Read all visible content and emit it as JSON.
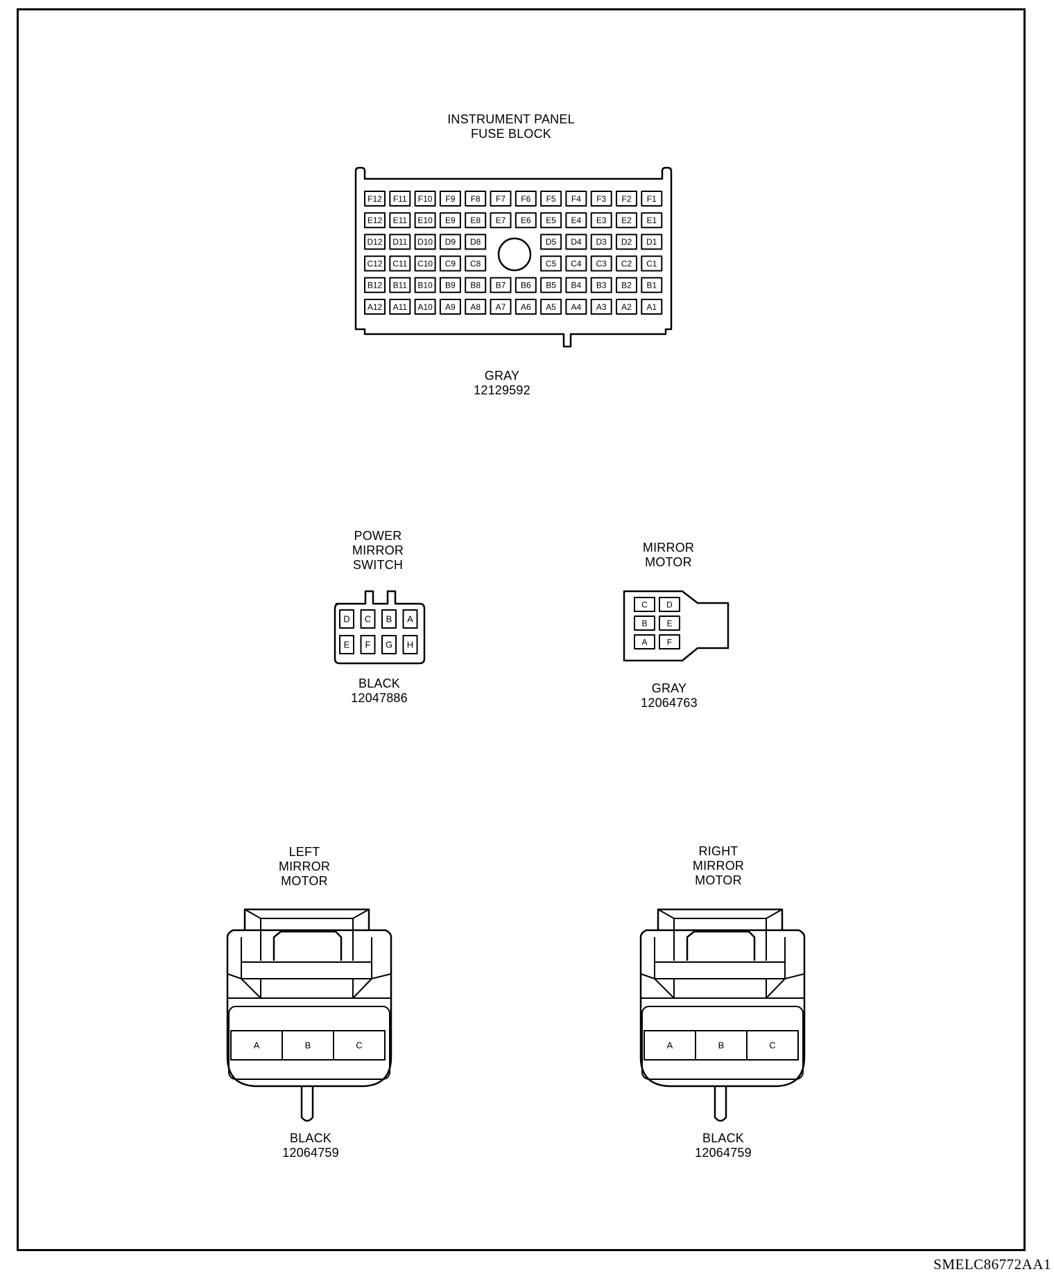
{
  "figure_id": "SMELC86772AA1",
  "connectors": {
    "fuse_block": {
      "title_lines": [
        "INSTRUMENT PANEL",
        "FUSE BLOCK"
      ],
      "color": "GRAY",
      "part_number": "12129592",
      "rows": [
        [
          "F12",
          "F11",
          "F10",
          "F9",
          "F8",
          "F7",
          "F6",
          "F5",
          "F4",
          "F3",
          "F2",
          "F1"
        ],
        [
          "E12",
          "E11",
          "E10",
          "E9",
          "E8",
          "E7",
          "E6",
          "E5",
          "E4",
          "E3",
          "E2",
          "E1"
        ],
        [
          "D12",
          "D11",
          "D10",
          "D9",
          "D8",
          "",
          "",
          "D5",
          "D4",
          "D3",
          "D2",
          "D1"
        ],
        [
          "C12",
          "C11",
          "C10",
          "C9",
          "C8",
          "",
          "",
          "C5",
          "C4",
          "C3",
          "C2",
          "C1"
        ],
        [
          "B12",
          "B11",
          "B10",
          "B9",
          "B8",
          "B7",
          "B6",
          "B5",
          "B4",
          "B3",
          "B2",
          "B1"
        ],
        [
          "A12",
          "A11",
          "A10",
          "A9",
          "A8",
          "A7",
          "A6",
          "A5",
          "A4",
          "A3",
          "A2",
          "A1"
        ]
      ]
    },
    "power_mirror_switch": {
      "title_lines": [
        "POWER",
        "MIRROR",
        "SWITCH"
      ],
      "color": "BLACK",
      "part_number": "12047886",
      "rows": [
        [
          "D",
          "C",
          "B",
          "A"
        ],
        [
          "E",
          "F",
          "G",
          "H"
        ]
      ]
    },
    "mirror_motor": {
      "title_lines": [
        "MIRROR",
        "MOTOR"
      ],
      "color": "GRAY",
      "part_number": "12064763",
      "rows": [
        [
          "C",
          "D"
        ],
        [
          "B",
          "E"
        ],
        [
          "A",
          "F"
        ]
      ]
    },
    "left_mirror_motor": {
      "title_lines": [
        "LEFT",
        "MIRROR",
        "MOTOR"
      ],
      "color": "BLACK",
      "part_number": "12064759",
      "pins": [
        "A",
        "B",
        "C"
      ]
    },
    "right_mirror_motor": {
      "title_lines": [
        "RIGHT",
        "MIRROR",
        "MOTOR"
      ],
      "color": "BLACK",
      "part_number": "12064759",
      "pins": [
        "A",
        "B",
        "C"
      ]
    }
  }
}
